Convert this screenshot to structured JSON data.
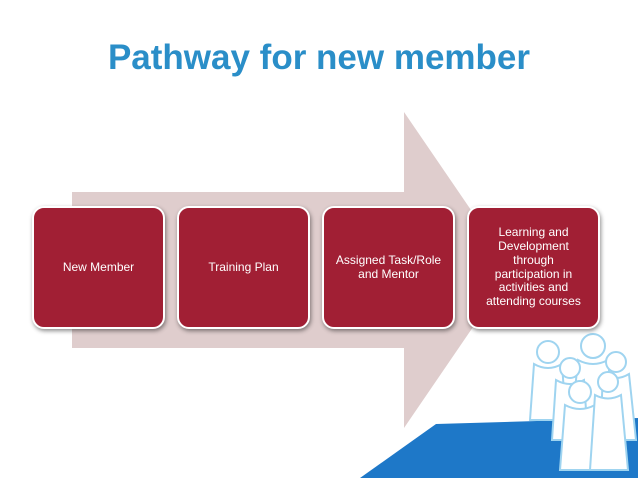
{
  "slide": {
    "title": "Pathway for new member"
  },
  "steps": [
    {
      "label": "New Member"
    },
    {
      "label": "Training Plan"
    },
    {
      "label": "Assigned Task/Role\nand Mentor"
    },
    {
      "label": "Learning and\nDevelopment\nthrough\nparticipation in\nactivities and\nattending courses"
    }
  ],
  "colors": {
    "title": "#2a8ec8",
    "step_fill": "#a11f34",
    "arrow": "#dfcdcd",
    "bottom_band": "#1e78c8",
    "people_outline": "#9fd4f0"
  }
}
